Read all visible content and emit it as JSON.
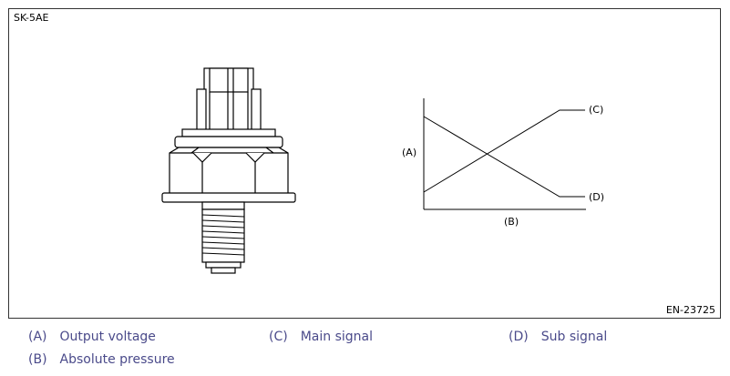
{
  "figure": {
    "code_top": "SK-5AE",
    "code_bottom": "EN-23725"
  },
  "graph": {
    "y_label": "(A)",
    "x_label": "(B)",
    "line_c_label": "(C)",
    "line_d_label": "(D)"
  },
  "legend": [
    {
      "key": "(A)",
      "text": "Output voltage"
    },
    {
      "key": "(C)",
      "text": "Main signal"
    },
    {
      "key": "(D)",
      "text": "Sub signal"
    },
    {
      "key": "(B)",
      "text": "Absolute pressure"
    }
  ],
  "colors": {
    "legend_text": "#4a4a8a",
    "line": "#000000"
  }
}
